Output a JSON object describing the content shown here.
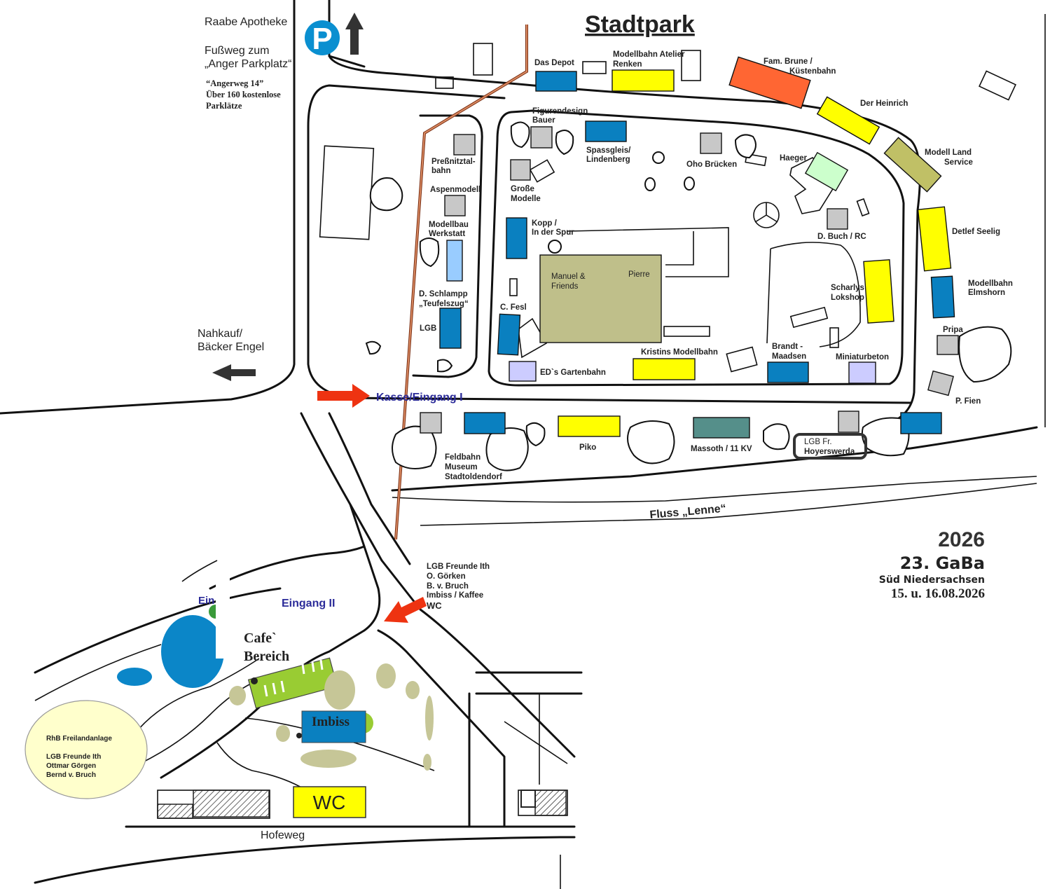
{
  "title": "Stadtpark",
  "event": {
    "year": "2026",
    "name": "23. GaBa",
    "region": "Süd Niedersachsen",
    "dates": "15. u. 16.08.2026"
  },
  "parking": {
    "icon": "P",
    "pharmacy": "Raabe Apotheke",
    "path_line1": "Fußweg zum",
    "path_line2": "„Anger Parkplatz“",
    "address_line1": "“Angerweg 14”",
    "address_line2": "Über 160 kostenlose",
    "address_line3": "Parklätze"
  },
  "directions": {
    "shop_line1": "Nahkauf/",
    "shop_line2": "Bäcker Engel"
  },
  "entrances": {
    "main": "Kasse/Eingang I",
    "second": "Eingang II",
    "cut_off": "Ein"
  },
  "river": "Fluss „Lenne“",
  "street": "Hofeweg",
  "exhibitors": {
    "das_depot": "Das Depot",
    "atelier_1": "Modellbahn Atelier",
    "atelier_2": "Renken",
    "brune_1": "Fam. Brune /",
    "brune_2": "Küstenbahn",
    "heinrich": "Der Heinrich",
    "land_1": "Modell Land",
    "land_2": "Service",
    "seelig": "Detlef Seelig",
    "elmshorn_1": "Modellbahn",
    "elmshorn_2": "Elmshorn",
    "pripa": "Pripa",
    "fien": "P. Fien",
    "figuren_1": "Figurendesign",
    "figuren_2": "Bauer",
    "spass_1": "Spassgleis/",
    "spass_2": "Lindenberg",
    "oho": "Oho Brücken",
    "haeger": "Haeger",
    "pressnitz_1": "Preßnitztal-",
    "pressnitz_2": "bahn",
    "aspen": "Aspenmodell",
    "werkstatt_1": "Modellbau",
    "werkstatt_2": "Werkstatt",
    "schlampp_1": "D. Schlampp",
    "schlampp_2": "„Teufelszug“",
    "lgb": "LGB",
    "grosse_1": "Große",
    "grosse_2": "Modelle",
    "kopp_1": "Kopp /",
    "kopp_2": "In der Spur",
    "manuel_1": "Manuel &",
    "manuel_2": "Friends",
    "pierre": "Pierre",
    "fesl": "C. Fesl",
    "ed": "ED`s Gartenbahn",
    "kristins": "Kristins Modellbahn",
    "buch": "D. Buch / RC",
    "scharlys_1": "Scharlys",
    "scharlys_2": "Lokshop",
    "brandt_1": "Brandt -",
    "brandt_2": "Maadsen",
    "miniatur": "Miniaturbeton",
    "feldbahn_1": "Feldbahn",
    "feldbahn_2": "Museum",
    "feldbahn_3": "Stadtoldendorf",
    "piko": "Piko",
    "massoth": "Massoth /  11 KV",
    "hoyers_1": "LGB Fr.",
    "hoyers_2": "Hoyerswerda",
    "ith_1": "LGB Freunde Ith",
    "ith_2": "O. Görken",
    "ith_3": "B. v. Bruch",
    "ith_4": "Imbiss / Kaffee",
    "ith_5": "WC"
  },
  "lower_area": {
    "cafe_1": "Cafe`",
    "cafe_2": "Bereich",
    "imbiss": "Imbiss",
    "wc": "WC",
    "rhb_1": "RhB Freilandanlage",
    "rhb_2": "LGB Freunde Ith",
    "rhb_3": "Ottmar Görgen",
    "rhb_4": "Bernd v. Bruch"
  },
  "colors": {
    "blue": "#0a80c0",
    "yellow": "#ffff00",
    "orange": "#ff6633",
    "olive": "#c0c066",
    "gray": "#c8c8c8",
    "light_blue": "#99ccff",
    "lavender": "#ccccff",
    "light_green": "#ccffcc",
    "teal": "#558f8a",
    "khaki": "#bfbf8a",
    "tan": "#c6c697",
    "green": "#99cc33",
    "pond": "#0b86c8",
    "cream": "#ffffcc",
    "arrow_red": "#ee3311",
    "rail": "#c8603a",
    "entrance_text": "#2b2b99"
  }
}
